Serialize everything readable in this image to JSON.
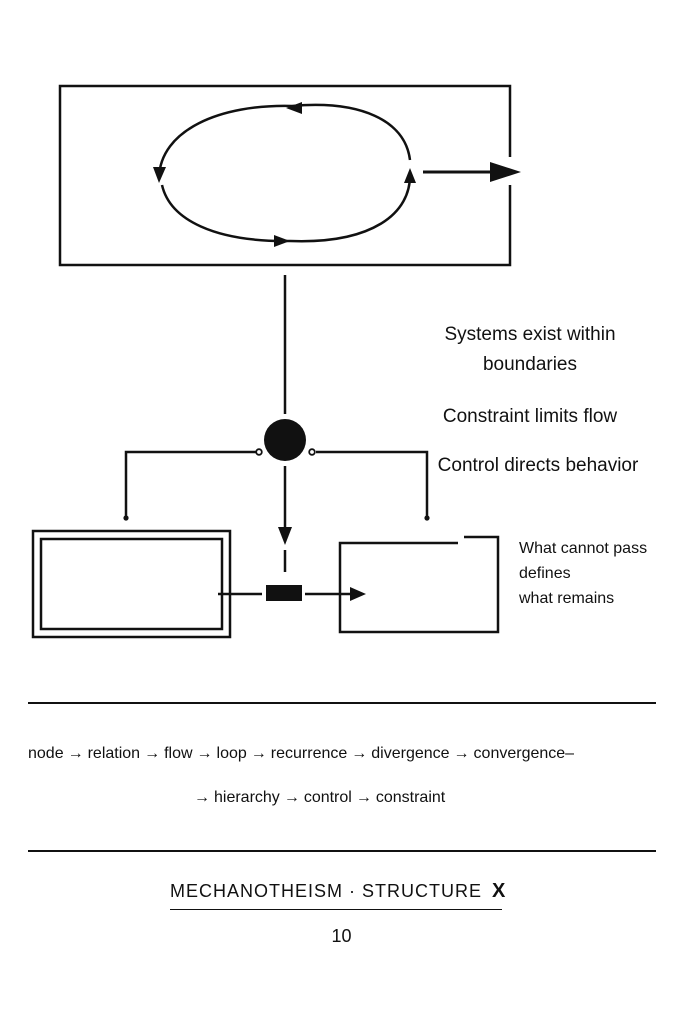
{
  "captions": {
    "boundaries": "Systems exist within boundaries",
    "constraint": "Constraint limits flow",
    "control": "Control directs behavior",
    "remains": [
      "What cannot pass",
      "defines",
      "what remains"
    ]
  },
  "chain": {
    "line1": [
      "node",
      "relation",
      "flow",
      "loop",
      "recurrence",
      "divergence",
      "convergence"
    ],
    "line1_trailing": "–",
    "line2": [
      "hierarchy",
      "control",
      "constraint"
    ],
    "arrow": "→"
  },
  "footer": {
    "title": "MECHANOTHEISM · STRUCTURE",
    "mark": "X",
    "page_number": "10"
  },
  "style": {
    "ink": "#111111",
    "paper": "#ffffff"
  }
}
